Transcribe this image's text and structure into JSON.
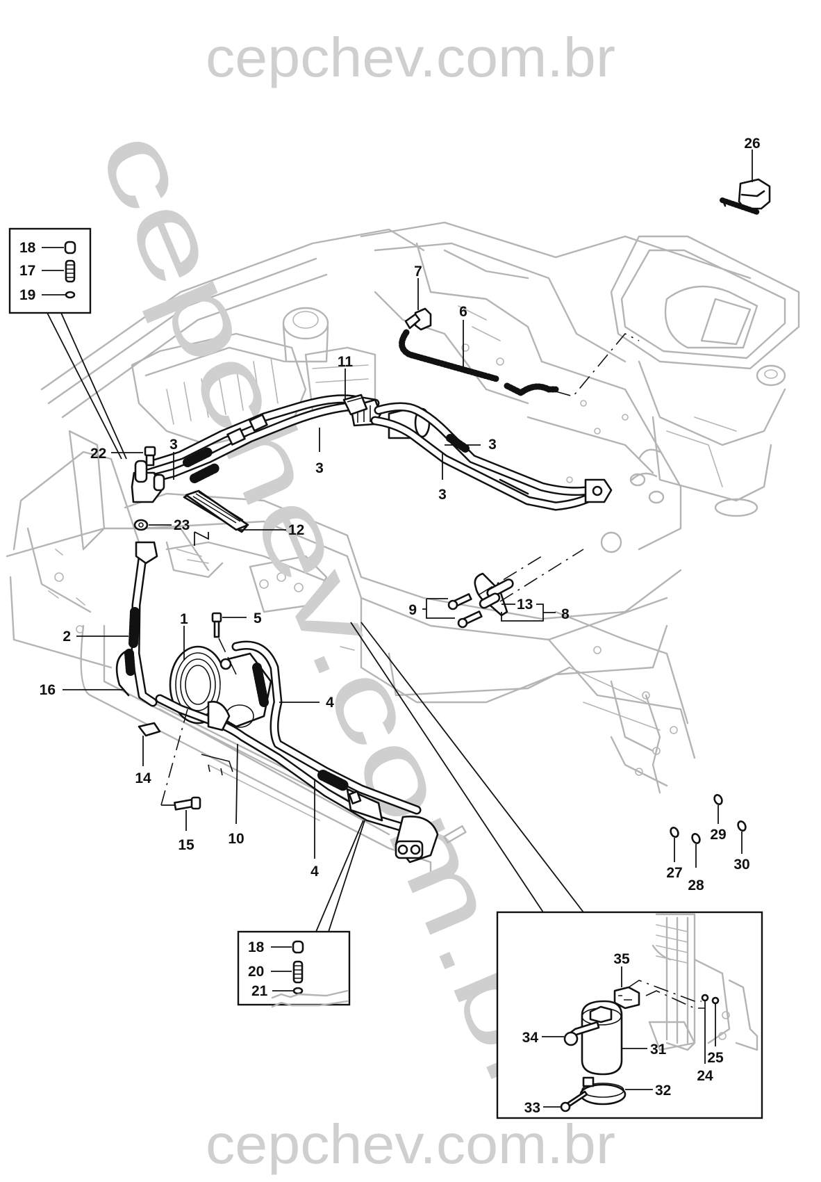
{
  "diagram": {
    "type": "exploded-parts-diagram",
    "subject": "vehicle air conditioning refrigerant lines, compressor and dehydrator assembly",
    "watermarks": {
      "top": "cepchev.com.br",
      "bottom": "cepchev.com.br",
      "diagonal": "cepchev.com.br"
    },
    "callouts": [
      {
        "id": "1"
      },
      {
        "id": "2"
      },
      {
        "id": "3"
      },
      {
        "id": "4"
      },
      {
        "id": "5"
      },
      {
        "id": "6"
      },
      {
        "id": "7"
      },
      {
        "id": "8"
      },
      {
        "id": "9"
      },
      {
        "id": "10"
      },
      {
        "id": "11"
      },
      {
        "id": "12"
      },
      {
        "id": "13"
      },
      {
        "id": "14"
      },
      {
        "id": "15"
      },
      {
        "id": "16"
      },
      {
        "id": "17"
      },
      {
        "id": "18"
      },
      {
        "id": "19"
      },
      {
        "id": "20"
      },
      {
        "id": "21"
      },
      {
        "id": "22"
      },
      {
        "id": "23"
      },
      {
        "id": "24"
      },
      {
        "id": "25"
      },
      {
        "id": "26"
      },
      {
        "id": "27"
      },
      {
        "id": "28"
      },
      {
        "id": "29"
      },
      {
        "id": "30"
      },
      {
        "id": "31"
      },
      {
        "id": "32"
      },
      {
        "id": "33"
      },
      {
        "id": "34"
      },
      {
        "id": "35"
      }
    ],
    "labels": {
      "c1": "1",
      "c2": "2",
      "c3a": "3",
      "c3b": "3",
      "c3c": "3",
      "c3d": "3",
      "c4a": "4",
      "c4b": "4",
      "c5": "5",
      "c6": "6",
      "c7": "7",
      "c8": "8",
      "c9": "9",
      "c10": "10",
      "c11": "11",
      "c12": "12",
      "c13": "13",
      "c14": "14",
      "c15": "15",
      "c16": "16",
      "c22": "22",
      "c23": "23",
      "c26": "26",
      "c27": "27",
      "c28": "28",
      "c29": "29",
      "c30": "30"
    },
    "inset_upper_left": {
      "items": [
        {
          "id": "18",
          "part": "cap"
        },
        {
          "id": "17",
          "part": "valve-core"
        },
        {
          "id": "19",
          "part": "seal-ring"
        }
      ]
    },
    "inset_lower_center": {
      "items": [
        {
          "id": "18",
          "part": "cap"
        },
        {
          "id": "20",
          "part": "valve-core"
        },
        {
          "id": "21",
          "part": "seal-ring"
        }
      ]
    },
    "inset_lower_right": {
      "items": [
        {
          "id": "35",
          "part": "bracket"
        },
        {
          "id": "34",
          "part": "bolt"
        },
        {
          "id": "31",
          "part": "dehydrator-canister"
        },
        {
          "id": "32",
          "part": "clamp"
        },
        {
          "id": "33",
          "part": "screw"
        },
        {
          "id": "24",
          "part": "o-ring"
        },
        {
          "id": "25",
          "part": "o-ring"
        }
      ]
    }
  }
}
